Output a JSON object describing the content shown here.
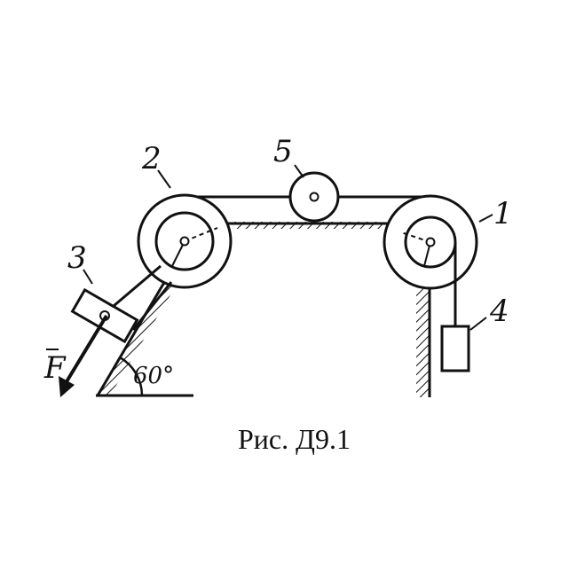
{
  "labels": {
    "wheel_1": "1",
    "wheel_2": "2",
    "slider_3": "3",
    "weight_4": "4",
    "wheel_5": "5",
    "force": "F",
    "angle": "60°"
  },
  "caption": "Рис. Д9.1",
  "colors": {
    "ink": "#111111",
    "background": "#ffffff"
  }
}
